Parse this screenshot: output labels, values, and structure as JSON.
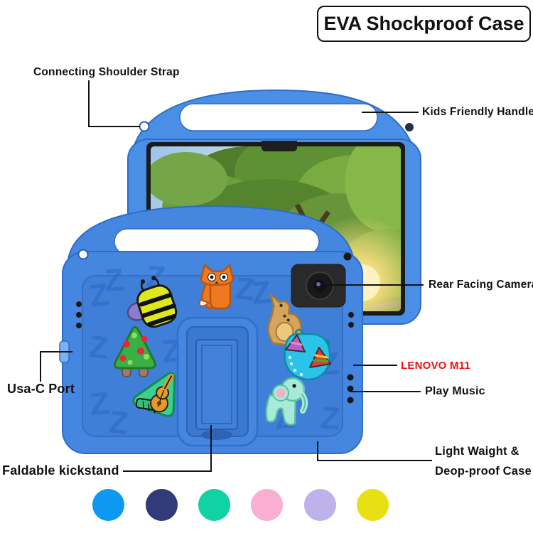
{
  "title": "EVA Shockproof Case",
  "annotations": {
    "shoulder_strap": "Connecting Shoulder Strap",
    "handle": "Kids Friendly Handle",
    "camera": "Rear Facing Camera",
    "model": "LENOVO  M11",
    "play_music": "Play Music",
    "usb_port": "Usa-C Port",
    "kickstand": "Faldable kickstand",
    "lightweight_line1": "Light Waight &",
    "lightweight_line2": "Deop-proof Case"
  },
  "colors": {
    "case_blue": "#4486e0",
    "case_panel_blue": "#3f7fd8",
    "model_text_red": "#ee1111",
    "annotation_black": "#111111"
  },
  "color_options": [
    {
      "name": "blue",
      "hex": "#0d99f2"
    },
    {
      "name": "navy",
      "hex": "#333a78"
    },
    {
      "name": "teal-green",
      "hex": "#12d1a3"
    },
    {
      "name": "pink",
      "hex": "#f9aed2"
    },
    {
      "name": "lavender",
      "hex": "#bdb2ec"
    },
    {
      "name": "yellow",
      "hex": "#e8e012"
    }
  ],
  "charms": [
    {
      "name": "bee",
      "color": "#dde81e"
    },
    {
      "name": "fox",
      "color": "#f07820"
    },
    {
      "name": "kangaroo",
      "color": "#d6a55c"
    },
    {
      "name": "tree",
      "color": "#38b045"
    },
    {
      "name": "guitar",
      "color": "#3ecf8e"
    },
    {
      "name": "cone-bag",
      "color": "#2bc4e8"
    },
    {
      "name": "elephant",
      "color": "#a8ead8"
    }
  ]
}
